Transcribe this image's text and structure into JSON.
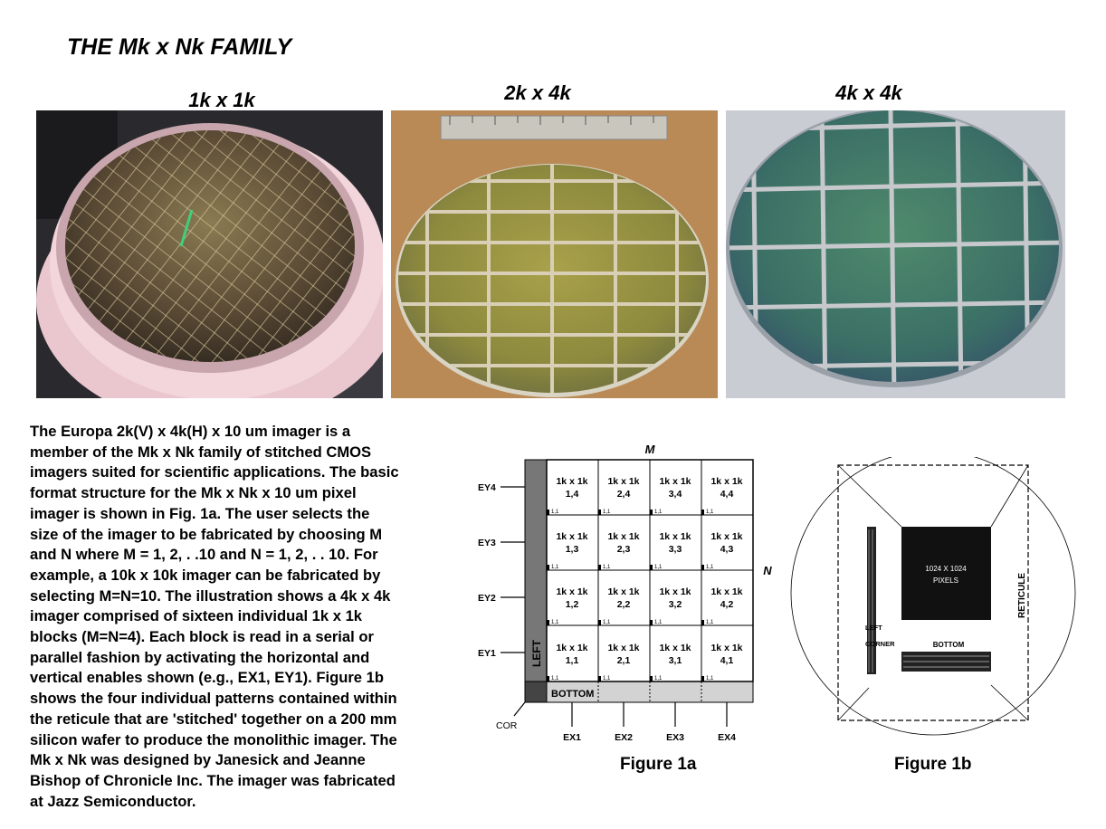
{
  "page": {
    "title": "THE Mk x Nk FAMILY"
  },
  "photos": [
    {
      "caption": "1k x 1k"
    },
    {
      "caption": "2k x 4k"
    },
    {
      "caption": "4k x 4k"
    }
  ],
  "body": {
    "lines": [
      "The Europa 2k(V) x 4k(H) x 10 um imager is a",
      "member of the Mk x Nk family of stitched CMOS",
      "imagers suited for scientific applications. The basic",
      "format structure for the Mk x Nk x 10 um pixel",
      "imager is shown in Fig. 1a.  The user selects the",
      "size of the imager  to be fabricated by choosing M",
      "and N where M = 1, 2, . .10 and N = 1, 2, . . 10. For",
      "example, a 10k x 10k imager can be fabricated by",
      "selecting M=N=10. The illustration shows a 4k x 4k",
      "imager comprised of sixteen individual 1k x 1k",
      "blocks (M=N=4).  Each block is read in a serial or",
      "parallel fashion by activating the horizontal and",
      "vertical enables shown (e.g., EX1, EY1). Figure 1b",
      "shows the four individual patterns contained within",
      "the reticule that are 'stitched' together on a 200 mm",
      "silicon wafer to produce the monolithic imager. The",
      "Mk x Nk was designed by Janesick and Jeanne",
      "Bishop of Chronicle Inc.  The imager was fabricated",
      "at Jazz Semiconductor."
    ]
  },
  "figure1a": {
    "caption": "Figure 1a",
    "m_label": "M",
    "n_label": "N",
    "left_label": "LEFT",
    "bottom_label": "BOTTOM",
    "cor_label": "COR",
    "block_size": "1k x 1k",
    "corner_tag": "1,1",
    "ey_labels": [
      "EY4",
      "EY3",
      "EY2",
      "EY1"
    ],
    "ex_labels": [
      "EX1",
      "EX2",
      "EX3",
      "EX4"
    ],
    "grid": [
      [
        "1,4",
        "2,4",
        "3,4",
        "4,4"
      ],
      [
        "1,3",
        "2,3",
        "3,3",
        "4,3"
      ],
      [
        "1,2",
        "2,2",
        "3,2",
        "4,2"
      ],
      [
        "1,1",
        "2,1",
        "3,1",
        "4,1"
      ]
    ]
  },
  "figure1b": {
    "caption": "Figure 1b",
    "pixel_line1": "1024 X 1024",
    "pixel_line2": "PIXELS",
    "reticule_label": "RETICULE",
    "left_label": "LEFT",
    "corner_label": "CORNER",
    "bottom_label": "BOTTOM"
  }
}
